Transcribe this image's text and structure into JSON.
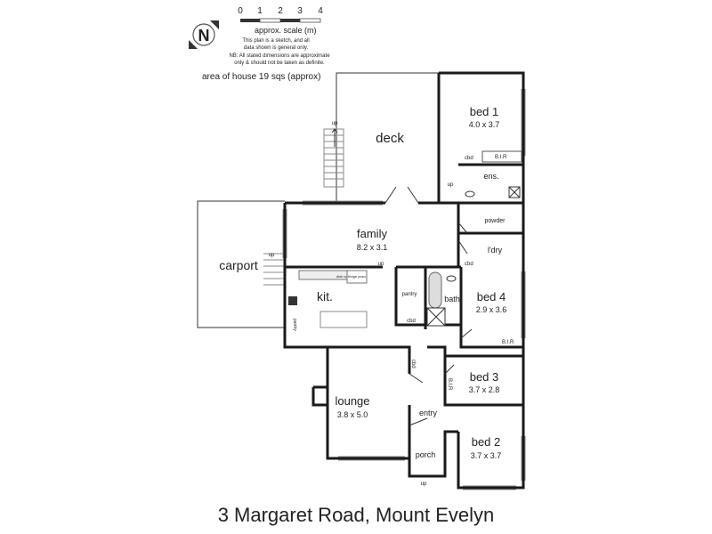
{
  "scale": {
    "ticks": [
      "0",
      "1",
      "2",
      "3",
      "4"
    ],
    "label": "approx. scale (m)",
    "note1": "This plan is a sketch, and all",
    "note2": "data shown is general only.",
    "note3": "NB: All stated dimensions are approximate",
    "note4": "only & should not be taken as definite."
  },
  "compass": "N",
  "area": "area of house 19 sqs (approx)",
  "rooms": {
    "deck": "deck",
    "bed1": {
      "name": "bed 1",
      "dim": "4.0 x 3.7"
    },
    "ens": "ens.",
    "powder": "powder",
    "ldry": "l'dry",
    "family": {
      "name": "family",
      "dim": "8.2 x 3.1"
    },
    "carport": "carport",
    "kit": "kit.",
    "pantry": "pantry",
    "pantry2": "pantry",
    "bath": "bath",
    "bed4": {
      "name": "bed 4",
      "dim": "2.9 x 3.6"
    },
    "lounge": {
      "name": "lounge",
      "dim": "3.8 x 5.0"
    },
    "bed3": {
      "name": "bed 3",
      "dim": "3.7 x 2.8"
    },
    "bed2": {
      "name": "bed 2",
      "dim": "3.7 x 3.7"
    },
    "entry": "entry",
    "porch": "porch"
  },
  "fixtures": {
    "cbd": "cbd",
    "bir": "B.I.R",
    "dishwash": "dish wash",
    "fridge": "fridge posn",
    "up": "up"
  },
  "title": "3 Margaret Road, Mount Evelyn"
}
